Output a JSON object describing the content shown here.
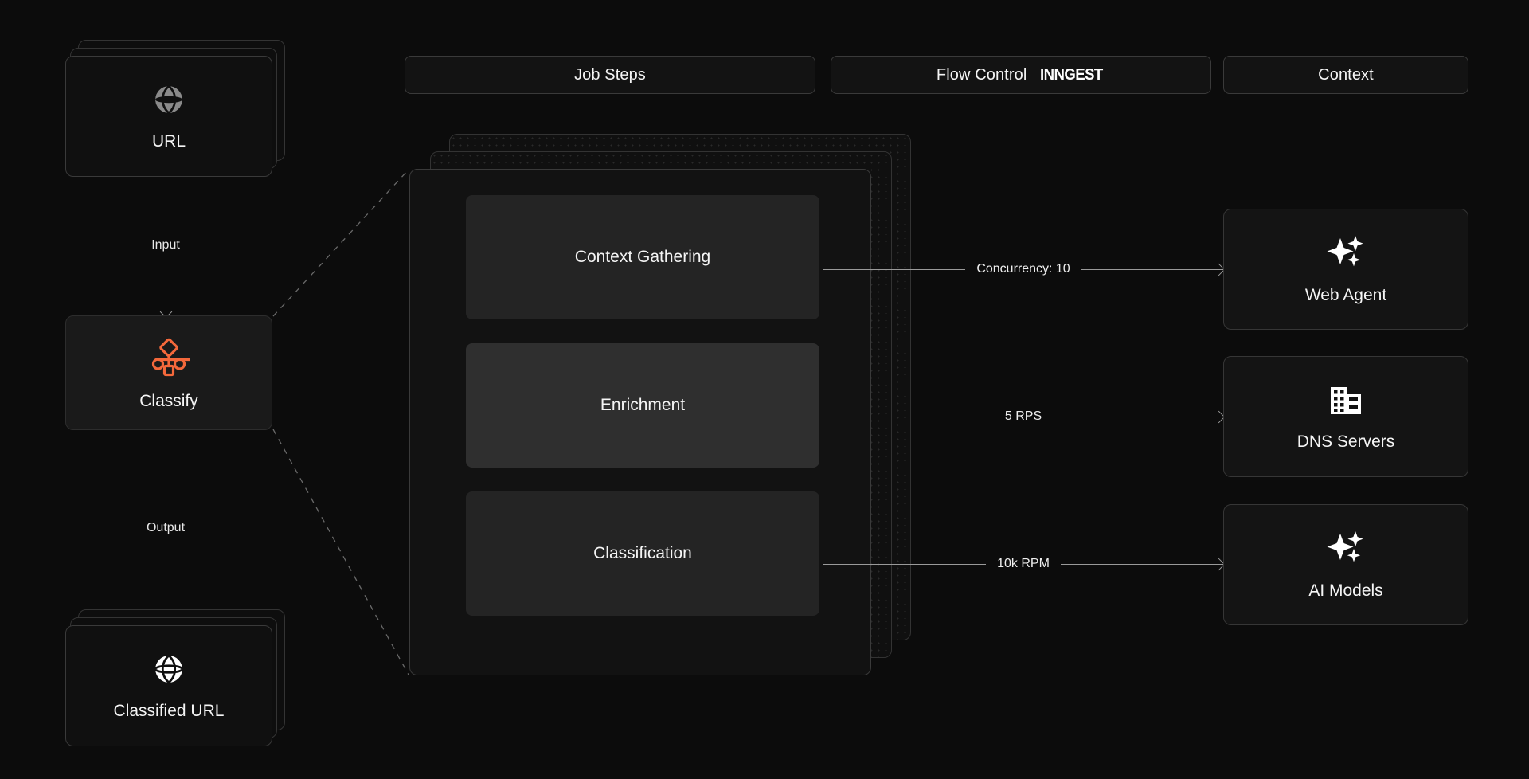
{
  "theme": {
    "page_background": "#0c0c0c",
    "card_background": "#101010",
    "card_border": "#363636",
    "accent": "#F4683B",
    "text": "#F5F5F5",
    "connector": "#9A9A9A",
    "step_dim": "#242424",
    "step_highlight": "#2F2F2F"
  },
  "header": {
    "pills": [
      {
        "label": "Job Steps"
      },
      {
        "label": "Flow Control",
        "brand": "INNGEST"
      },
      {
        "label": "Context"
      }
    ]
  },
  "left_flow": {
    "input_node": {
      "label": "URL",
      "icon": "globe-icon",
      "stacked": true,
      "stack_count": 3
    },
    "input_edge_label": "Input",
    "process_node": {
      "label": "Classify",
      "icon": "workflow-icon",
      "highlighted": true
    },
    "output_edge_label": "Output",
    "output_node": {
      "label": "Classified URL",
      "icon": "globe-icon",
      "stacked": true,
      "stack_count": 3
    }
  },
  "center_panel": {
    "stack_count": 3,
    "steps": [
      {
        "label": "Context Gathering",
        "highlighted": false
      },
      {
        "label": "Enrichment",
        "highlighted": true
      },
      {
        "label": "Classification",
        "highlighted": false
      }
    ]
  },
  "connectors": [
    {
      "label": "Concurrency: 10",
      "from": "Context Gathering",
      "to": "Web Agent"
    },
    {
      "label": "5 RPS",
      "from": "Enrichment",
      "to": "DNS Servers"
    },
    {
      "label": "10k RPM",
      "from": "Classification",
      "to": "AI Models"
    }
  ],
  "context_resources": [
    {
      "label": "Web Agent",
      "icon": "sparkles-icon"
    },
    {
      "label": "DNS Servers",
      "icon": "building-icon"
    },
    {
      "label": "AI Models",
      "icon": "sparkles-icon"
    }
  ]
}
